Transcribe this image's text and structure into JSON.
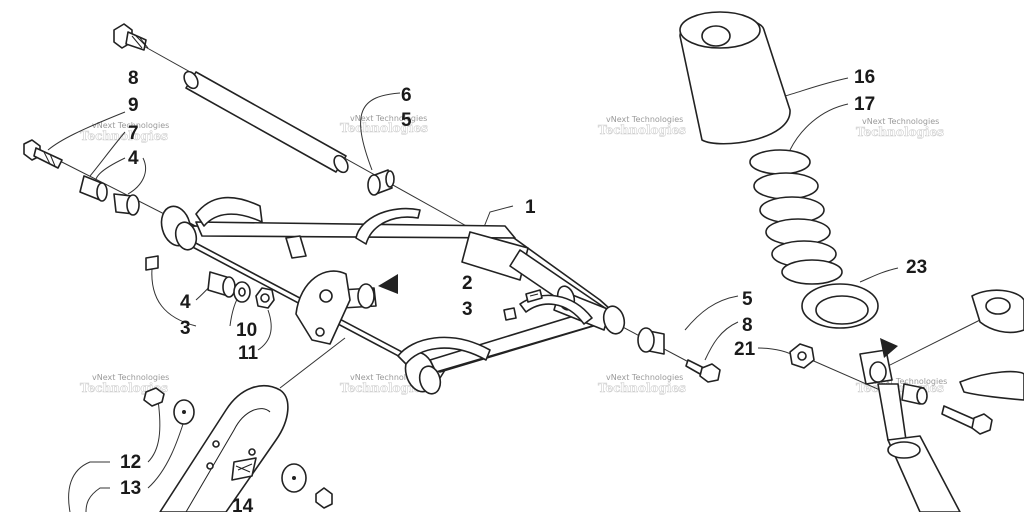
{
  "watermark": {
    "line1": "vNext Technologies",
    "line2": "Technologies"
  },
  "callouts": {
    "c1": "1",
    "c2": "2",
    "c3a": "3",
    "c3b": "3",
    "c4a": "4",
    "c4b": "4",
    "c5a": "5",
    "c5b": "5",
    "c6": "6",
    "c7": "7",
    "c8a": "8",
    "c8b": "8",
    "c9": "9",
    "c10": "10",
    "c11": "11",
    "c12": "12",
    "c13": "13",
    "c14": "14",
    "c16": "16",
    "c17": "17",
    "c21": "21",
    "c23": "23"
  }
}
